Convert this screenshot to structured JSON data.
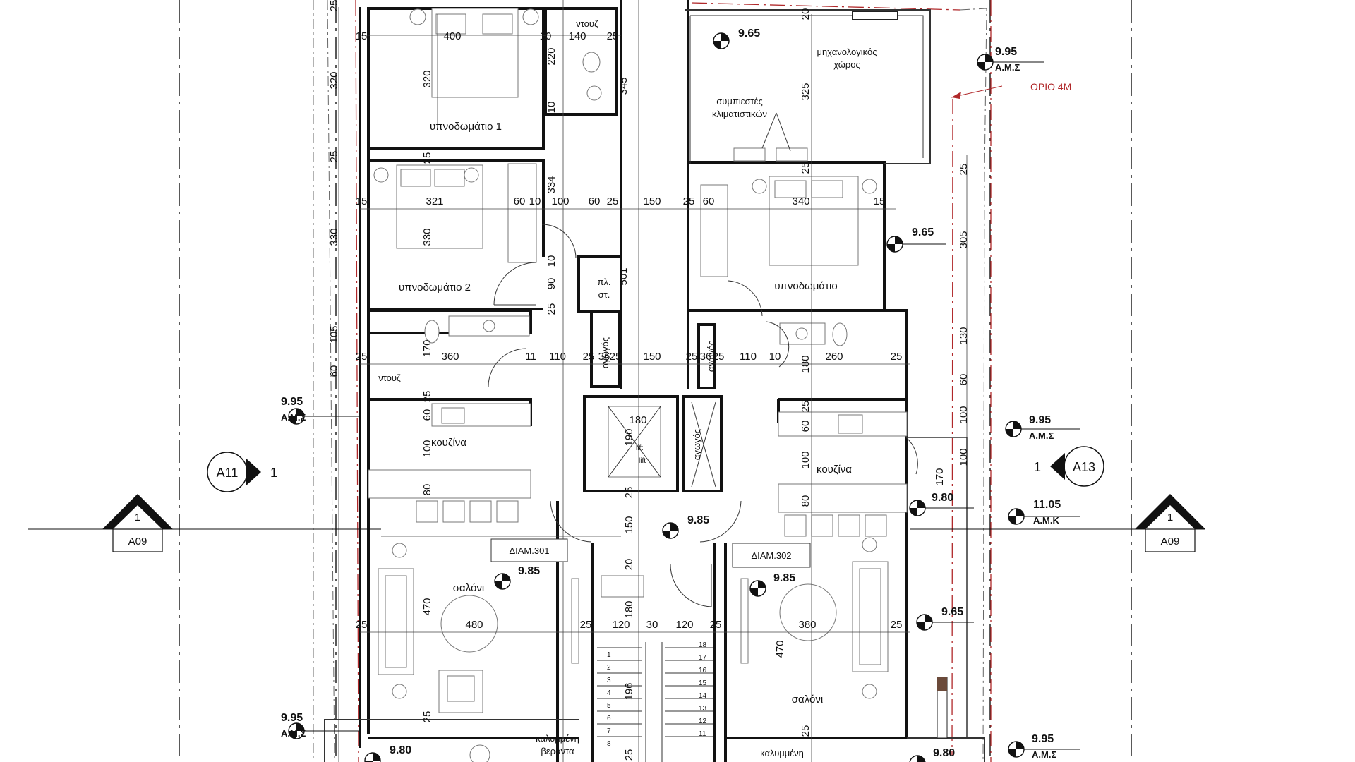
{
  "rooms": {
    "bedroom1": "υπνοδωμάτιο 1",
    "bedroom2": "υπνοδωμάτιο 2",
    "bedroom_right": "υπνοδωμάτιο",
    "shower": "ντουζ",
    "shower_top": "ντουζ",
    "kitchen_left": "κουζίνα",
    "kitchen_right": "κουζίνα",
    "living_left": "σαλόνι",
    "living_right": "σαλόνι",
    "veranda_left_1": "καλυμμένη",
    "veranda_left_2": "βεράντα",
    "veranda_right": "καλυμμένη",
    "machine_room_1": "μηχανολογικός",
    "machine_room_2": "χώρος",
    "compressors_1": "συμπιεστές",
    "compressors_2": "κλιματιστικών",
    "plst_1": "πλ.",
    "plst_2": "στ.",
    "lift_1": "lift",
    "lift_2": "lift",
    "duct_1": "αγωγός",
    "duct_2": "αγωγός",
    "duct_3": "αγωγός"
  },
  "apartments": {
    "left": "ΔΙΑΜ.301",
    "right": "ΔΙΑΜ.302"
  },
  "limit_label": "ΟΡΙΟ 4Μ",
  "levels": {
    "l1": "9.65",
    "l2": "9.95",
    "l3": "9.65",
    "l4": "9.95",
    "l5": "9.95",
    "l6": "9.80",
    "l7": "11.05",
    "l8": "9.85",
    "l9": "9.85",
    "l10": "9.85",
    "l11": "9.65",
    "l12": "9.95",
    "l13": "9.80",
    "l14": "9.95",
    "l15": "9.80"
  },
  "level_codes": {
    "c2": "Α.Μ.Σ",
    "c4": "Α.Μ.Σ",
    "c5": "Α.Μ.Σ",
    "c7": "Α.Μ.Κ",
    "c12": "Α.Μ.Σ",
    "c14": "Α.Μ.Σ"
  },
  "section_markers": {
    "left_tri_num": "1",
    "left_tri_ref": "A09",
    "right_tri_num": "1",
    "right_tri_ref": "A09",
    "left_circle_ref": "A11",
    "left_circle_num": "1",
    "right_circle_ref": "A13",
    "right_circle_num": "1"
  },
  "dims": {
    "d400": "400",
    "d10a": "10",
    "d140": "140",
    "d25a": "25",
    "d15a": "15",
    "d320a": "320",
    "d220": "220",
    "d10b": "10",
    "d345": "345",
    "d320b": "320",
    "d25b": "25",
    "d25c": "25",
    "d334": "334",
    "d321": "321",
    "d60a": "60",
    "d10c": "10",
    "d100a": "100",
    "d60b": "60",
    "d25d": "25",
    "d150a": "150",
    "d25e": "25",
    "d60c": "60",
    "d340": "340",
    "d15b": "15",
    "d15c": "15",
    "d330a": "330",
    "d330b": "330",
    "d10d": "10",
    "d90": "90",
    "d501": "501",
    "d25f": "25",
    "d105": "105",
    "d60d": "60",
    "d170a": "170",
    "d360": "360",
    "d11": "11",
    "d110a": "110",
    "d25g": "25",
    "d36a": "36",
    "d25h": "25",
    "d150b": "150",
    "d25i": "25",
    "d36b": "36",
    "d25j": "25",
    "d110b": "110",
    "d10e": "10",
    "d180a": "180",
    "d260": "260",
    "d25k": "25",
    "d25l": "25",
    "d25m": "25",
    "d60e": "60",
    "d100b": "100",
    "d80a": "80",
    "d180b": "180",
    "d190": "190",
    "d25n": "25",
    "d25o": "25",
    "d60f": "60",
    "d100c": "100",
    "d80b": "80",
    "d170b": "170",
    "d150c": "150",
    "d325": "325",
    "d25p": "25",
    "d305": "305",
    "d25q": "25",
    "d130": "130",
    "d60g": "60",
    "d100d": "100",
    "d100e": "100",
    "d25r": "25",
    "d470a": "470",
    "d480": "480",
    "d25s": "25",
    "d120a": "120",
    "d30": "30",
    "d120b": "120",
    "d25t": "25",
    "d380": "380",
    "d25u": "25",
    "d470b": "470",
    "d20": "20",
    "d180c": "180",
    "d196": "196",
    "d25v": "25",
    "d25w": "25",
    "d25x": "25",
    "d20b": "20",
    "d25y": "25"
  },
  "stairs": {
    "left": [
      "1",
      "2",
      "3",
      "4",
      "5",
      "6",
      "7",
      "8"
    ],
    "right": [
      "18",
      "17",
      "16",
      "15",
      "14",
      "13",
      "12",
      "11"
    ]
  }
}
